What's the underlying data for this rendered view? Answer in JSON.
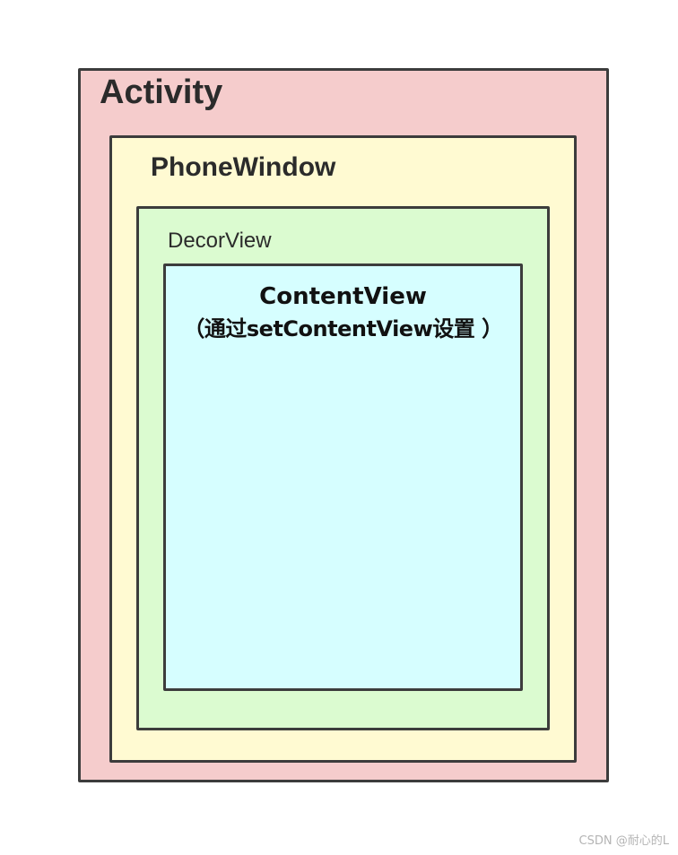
{
  "layers": {
    "activity": {
      "label": "Activity",
      "fill": "#f5cccc"
    },
    "phonewindow": {
      "label": "PhoneWindow",
      "fill": "#fffad2"
    },
    "decorview": {
      "label": "DecorView",
      "fill": "#dbfbd0"
    },
    "contentview": {
      "label": "ContentView",
      "sublabel": "（通过setContentView设置 ）",
      "fill": "#d6feff"
    }
  },
  "border_color": "#3c3c3c",
  "watermark": "CSDN @耐心的L"
}
